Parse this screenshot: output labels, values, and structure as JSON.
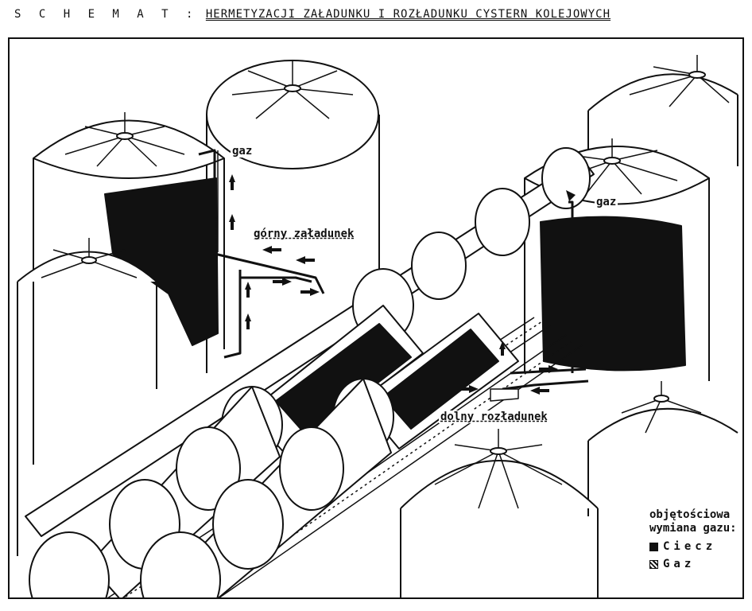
{
  "title": {
    "prefix": "S C H E M A T :",
    "subject": "HERMETYZACJI ZAŁADUNKU I ROZŁADUNKU CYSTERN KOLEJOWYCH"
  },
  "labels": {
    "gas_left": "gaz",
    "gas_right": "gaz",
    "top_loading": "górny załadunek",
    "bottom_unloading": "dolny rozładunek"
  },
  "legend": {
    "title_line1": "objętościowa",
    "title_line2": "wymiana gazu:",
    "liquid": "Ciecz",
    "gas": "Gaz"
  },
  "colors": {
    "ink": "#111111",
    "paper": "#ffffff"
  }
}
